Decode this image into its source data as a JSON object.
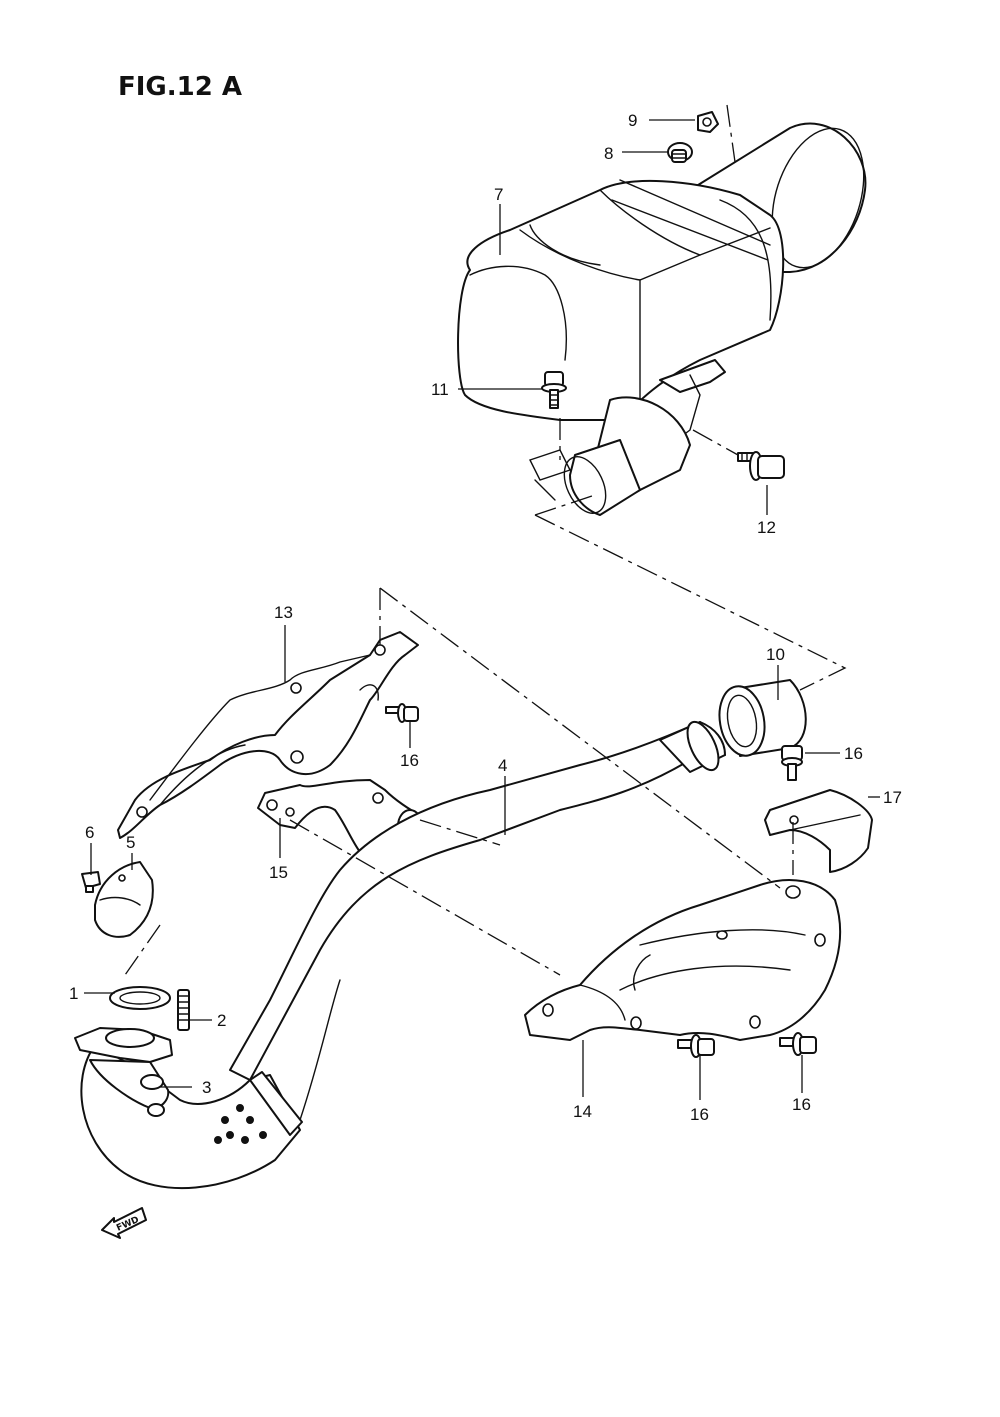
{
  "title": "FIG.12 A",
  "fwd_label": "FWD",
  "callouts": [
    {
      "id": "c1",
      "text": "1"
    },
    {
      "id": "c2",
      "text": "2"
    },
    {
      "id": "c3",
      "text": "3"
    },
    {
      "id": "c4",
      "text": "4"
    },
    {
      "id": "c5",
      "text": "5"
    },
    {
      "id": "c6",
      "text": "6"
    },
    {
      "id": "c7",
      "text": "7"
    },
    {
      "id": "c8",
      "text": "8"
    },
    {
      "id": "c9",
      "text": "9"
    },
    {
      "id": "c10",
      "text": "10"
    },
    {
      "id": "c11",
      "text": "11"
    },
    {
      "id": "c12",
      "text": "12"
    },
    {
      "id": "c13",
      "text": "13"
    },
    {
      "id": "c14",
      "text": "14"
    },
    {
      "id": "c15",
      "text": "15"
    },
    {
      "id": "c16a",
      "text": "16"
    },
    {
      "id": "c16b",
      "text": "16"
    },
    {
      "id": "c16c",
      "text": "16"
    },
    {
      "id": "c16d",
      "text": "16"
    },
    {
      "id": "c17",
      "text": "17"
    }
  ]
}
